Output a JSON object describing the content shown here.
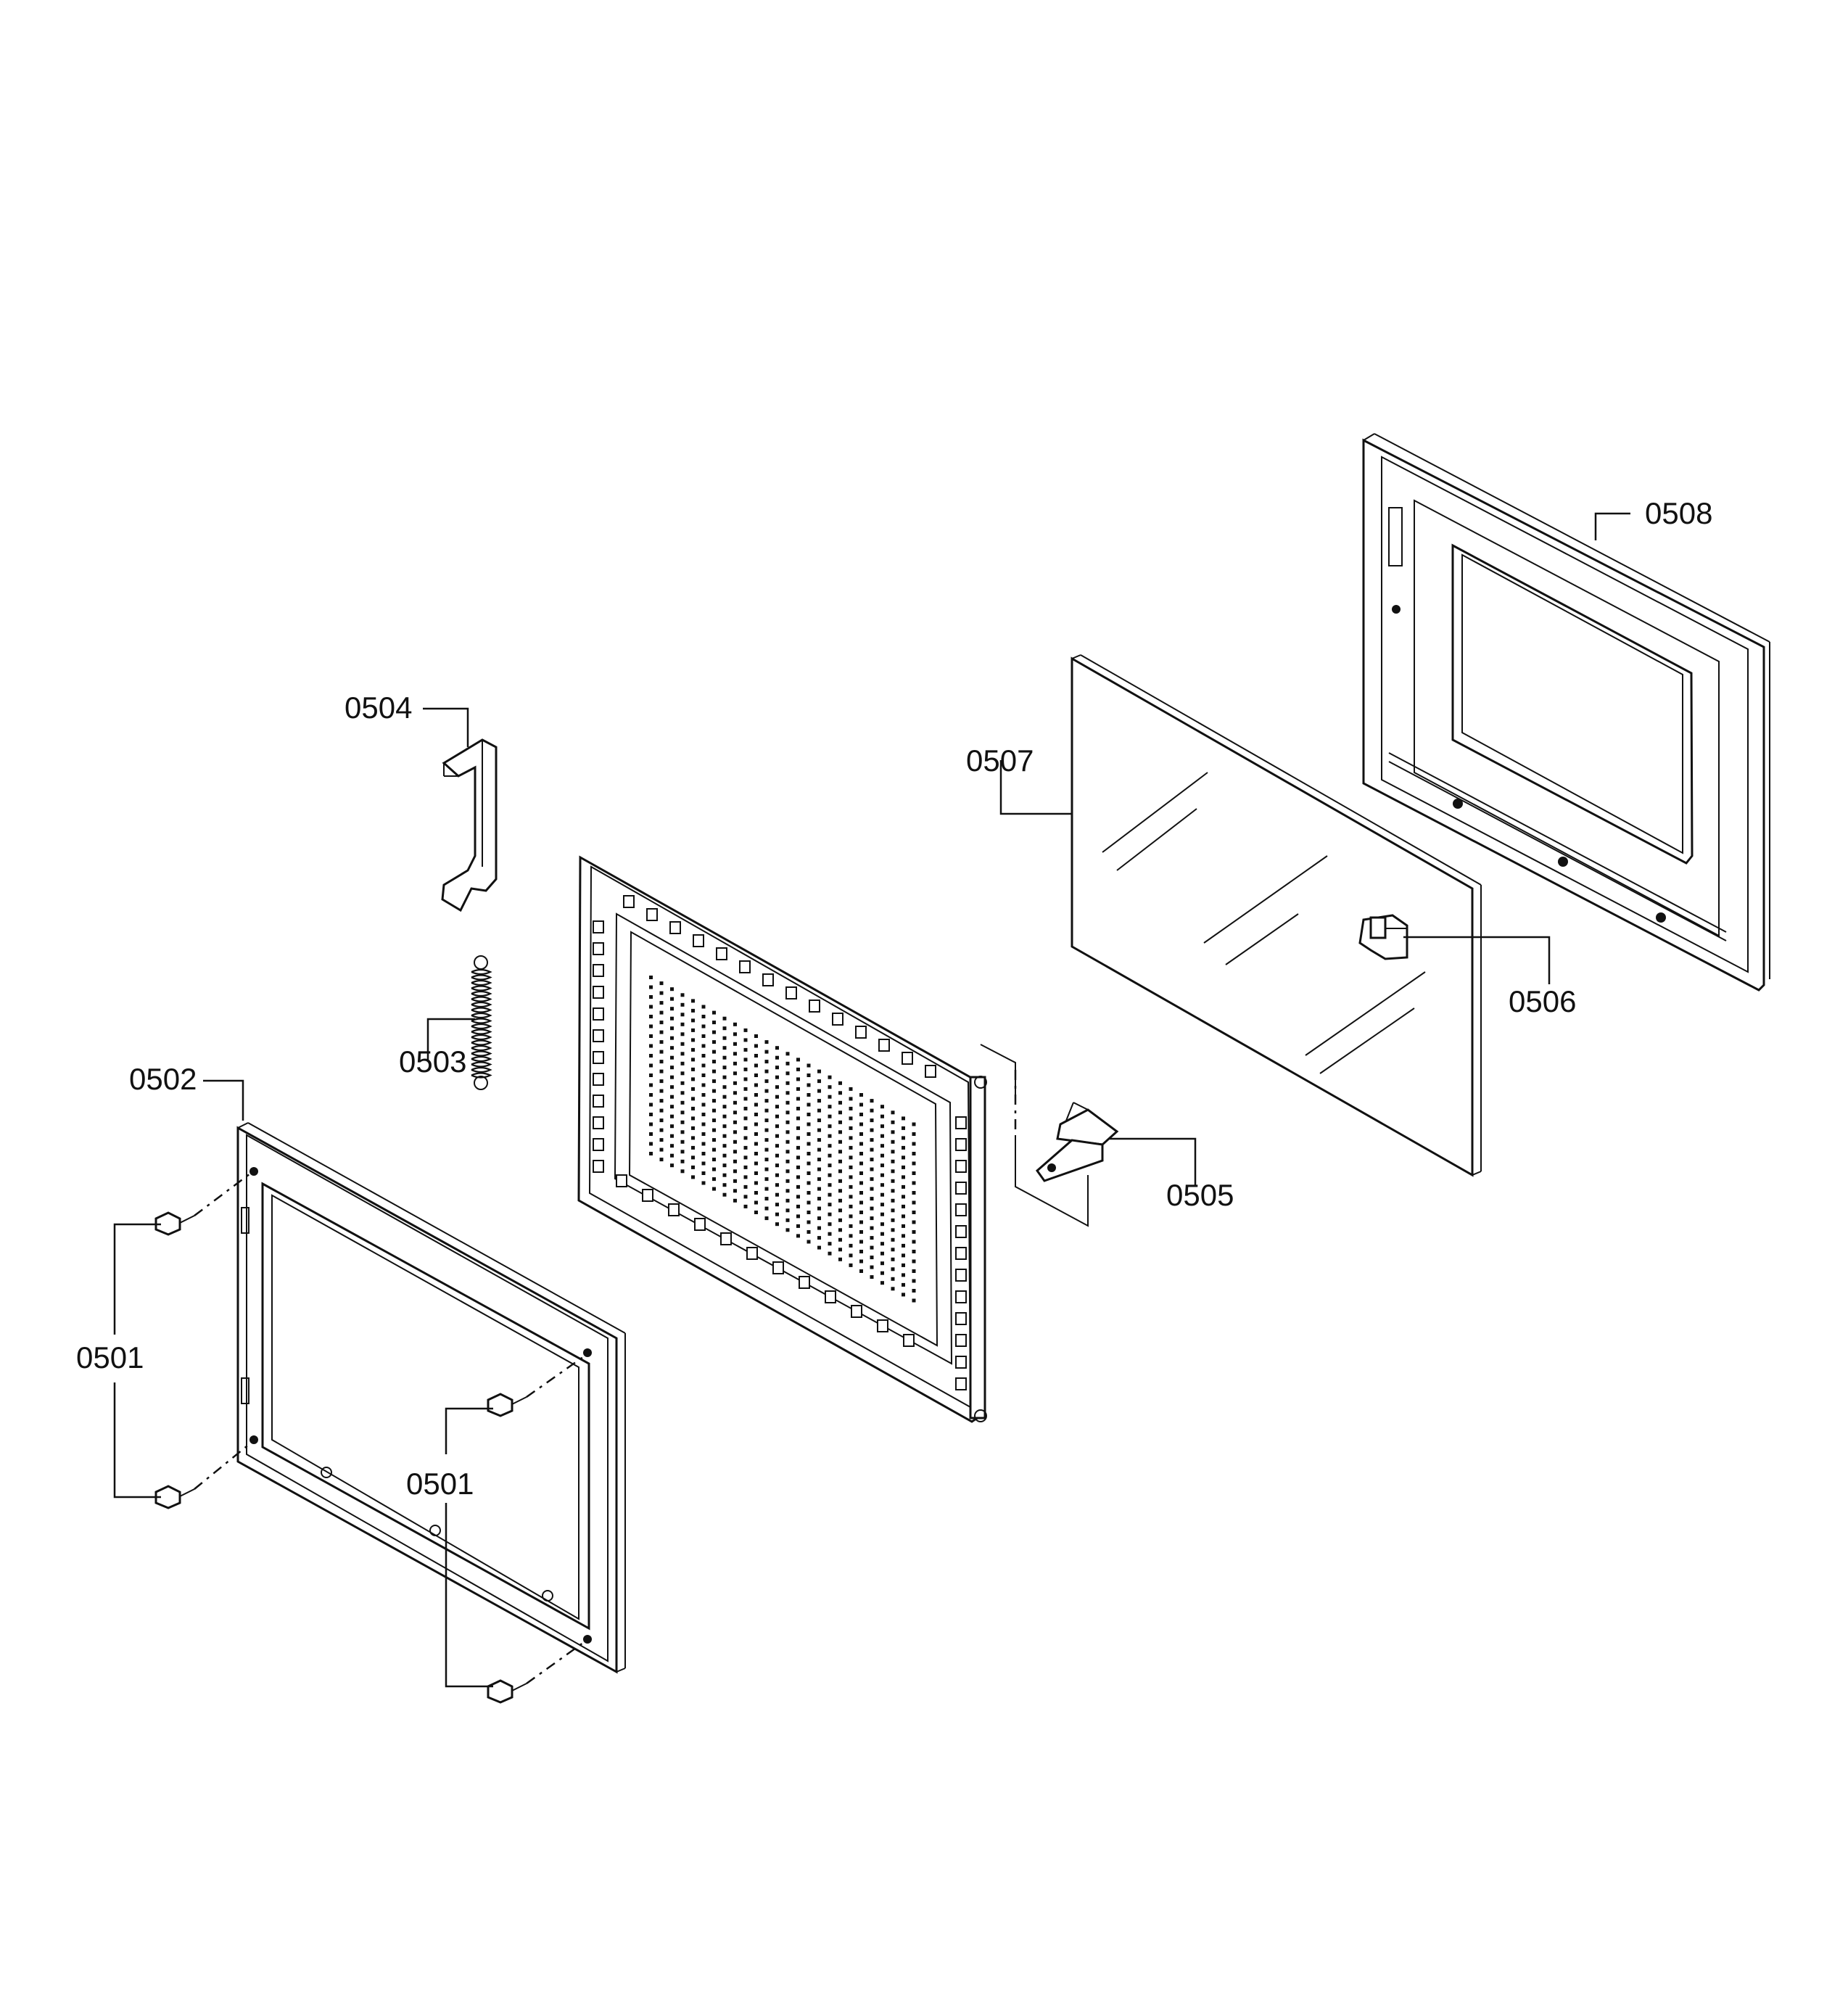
{
  "diagram": {
    "parts": [
      {
        "id": "p0501a",
        "label": "0501"
      },
      {
        "id": "p0501b",
        "label": "0501"
      },
      {
        "id": "p0502",
        "label": "0502"
      },
      {
        "id": "p0503",
        "label": "0503"
      },
      {
        "id": "p0504",
        "label": "0504"
      },
      {
        "id": "p0505",
        "label": "0505"
      },
      {
        "id": "p0506",
        "label": "0506"
      },
      {
        "id": "p0507",
        "label": "0507"
      },
      {
        "id": "p0508",
        "label": "0508"
      }
    ]
  }
}
